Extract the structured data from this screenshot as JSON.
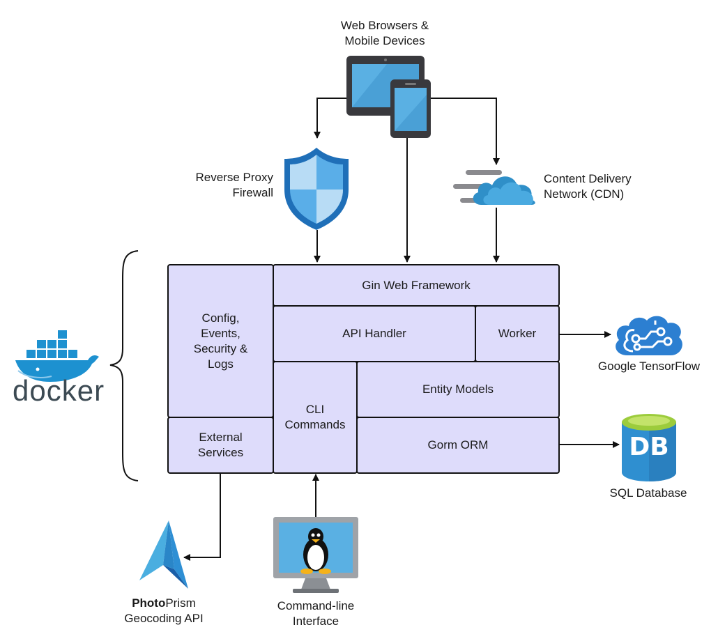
{
  "clients": {
    "line1": "Web Browsers &",
    "line2": "Mobile Devices",
    "icon": "tablet-phone-icon"
  },
  "proxy": {
    "line1": "Reverse Proxy",
    "line2": "Firewall",
    "icon": "shield-icon"
  },
  "cdn": {
    "line1": "Content Delivery",
    "line2": "Network (CDN)",
    "icon": "cloud-icon"
  },
  "docker": {
    "wordmark": "docker",
    "icon": "docker-whale-icon"
  },
  "app": {
    "gin": "Gin Web Framework",
    "config": [
      "Config,",
      "Events,",
      "Security &",
      "Logs"
    ],
    "api": "API Handler",
    "worker": "Worker",
    "cli": [
      "CLI",
      "Commands"
    ],
    "entity": "Entity Models",
    "external": [
      "External",
      "Services"
    ],
    "gorm": "Gorm ORM"
  },
  "tensorflow": {
    "label": "Google TensorFlow",
    "icon": "brain-circuit-icon"
  },
  "database": {
    "label": "SQL Database",
    "badge": "DB",
    "icon": "database-icon"
  },
  "photoprism": {
    "bold": "Photo",
    "rest": "Prism",
    "line2": "Geocoding API",
    "icon": "photoprism-logo-icon"
  },
  "cli_interface": {
    "line1": "Command-line",
    "line2": "Interface",
    "icon": "linux-monitor-icon"
  },
  "colors": {
    "box_fill": "#dedcfb",
    "accent_blue": "#3a9bd5",
    "docker_blue": "#1d91d0"
  }
}
